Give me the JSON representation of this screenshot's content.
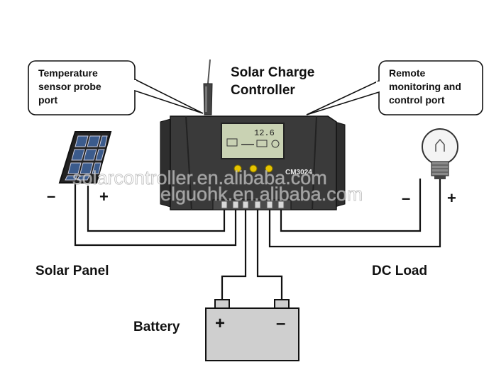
{
  "diagram": {
    "title_line1": "Solar Charge",
    "title_line2": "Controller",
    "callout_left": {
      "line1": "Temperature",
      "line2": "sensor probe",
      "line3": "port"
    },
    "callout_right": {
      "line1": "Remote",
      "line2": "monitoring and",
      "line3": "control port"
    },
    "solar_panel_label": "Solar Panel",
    "dc_load_label": "DC Load",
    "battery_label": "Battery",
    "panel_minus": "–",
    "panel_plus": "+",
    "load_minus": "–",
    "load_plus": "+",
    "battery_plus": "+",
    "battery_minus": "–",
    "lcd_reading": "12.6",
    "model_text": "CM3024",
    "watermark_line1": "solarcontroller.en.alibaba.com",
    "watermark_line2": "elguohk.en.alibaba.com"
  },
  "colors": {
    "controller_body": "#3a3a3a",
    "lcd_screen": "#c9d2b3",
    "button_yellow": "#e6c400",
    "wire": "#111111",
    "battery_fill": "#cfcfcf"
  }
}
